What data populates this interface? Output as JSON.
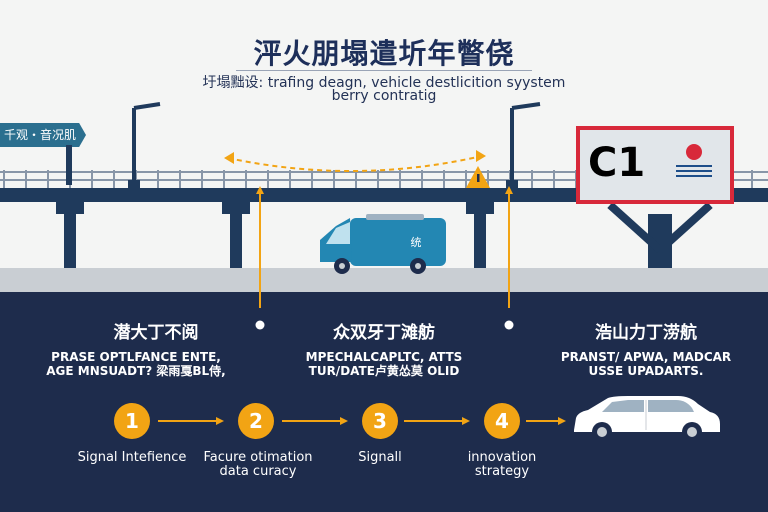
{
  "header": {
    "title": "泙火朋塌遣圻年瞥侥",
    "subtitle_line1": "圩塌黜设: trafing deagn,  vehicle destlicition syystem",
    "subtitle_line2": "berry contratig"
  },
  "scene": {
    "road_sign_label": "千观・音况肌",
    "van_label": "统",
    "billboard_text": "C1"
  },
  "columns": [
    {
      "title": "潜大丁不阅",
      "lines": [
        "PRASE OPTLFANCE ENTE,",
        "AGE MNSUADT? 梁雨戛BL侍,"
      ]
    },
    {
      "title": "众双牙丁滩舫",
      "lines": [
        "MPECHALCAPLTC, ATTS",
        "TUR/DATE卢黄怂莫 OLID"
      ]
    },
    {
      "title": "浩山力丁涝航",
      "lines": [
        "PRANST/ APWA, MADCAR",
        "USSE UPADARTS."
      ]
    }
  ],
  "steps": [
    {
      "number": "1",
      "label_lines": [
        "Signal Intefience"
      ]
    },
    {
      "number": "2",
      "label_lines": [
        "Facure otimation",
        "data curacy"
      ]
    },
    {
      "number": "3",
      "label_lines": [
        "Signall"
      ]
    },
    {
      "number": "4",
      "label_lines": [
        "innovation",
        "strategy"
      ]
    }
  ],
  "colors": {
    "navy": "#1e2c4c",
    "accent": "#f2a414",
    "van": "#2387b3",
    "sign": "#2b6f8f",
    "billboard_border": "#d8293a"
  }
}
